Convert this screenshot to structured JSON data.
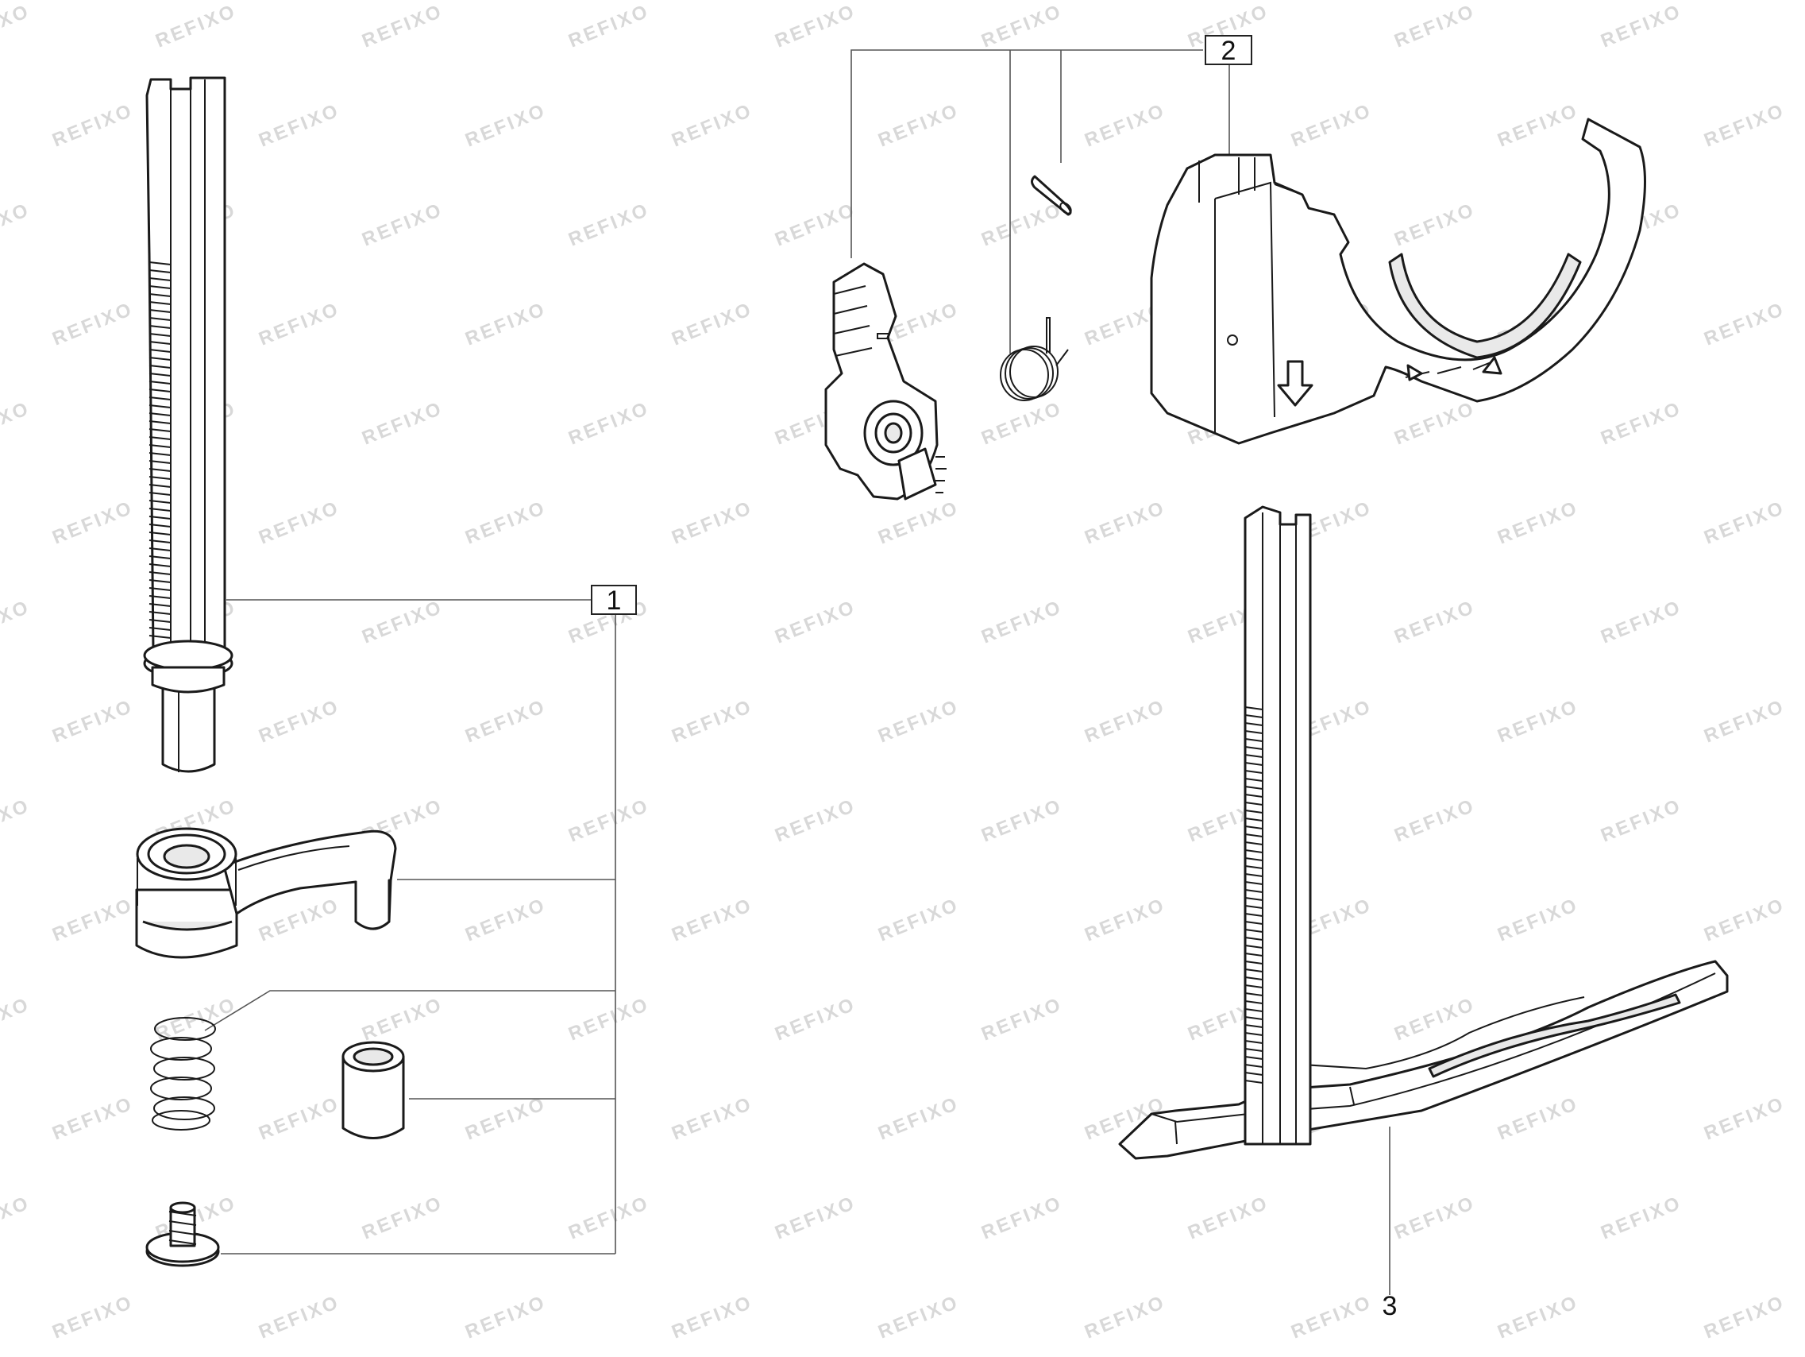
{
  "diagram": {
    "watermark": "REFIXO",
    "callouts": [
      {
        "id": "callout-1",
        "label": "1"
      },
      {
        "id": "callout-2",
        "label": "2"
      },
      {
        "id": "callout-3",
        "label": "3"
      }
    ],
    "colors": {
      "line": "#1a1a1a",
      "leader": "#555555",
      "watermark": "#d8d8d8",
      "background": "#ffffff"
    }
  }
}
